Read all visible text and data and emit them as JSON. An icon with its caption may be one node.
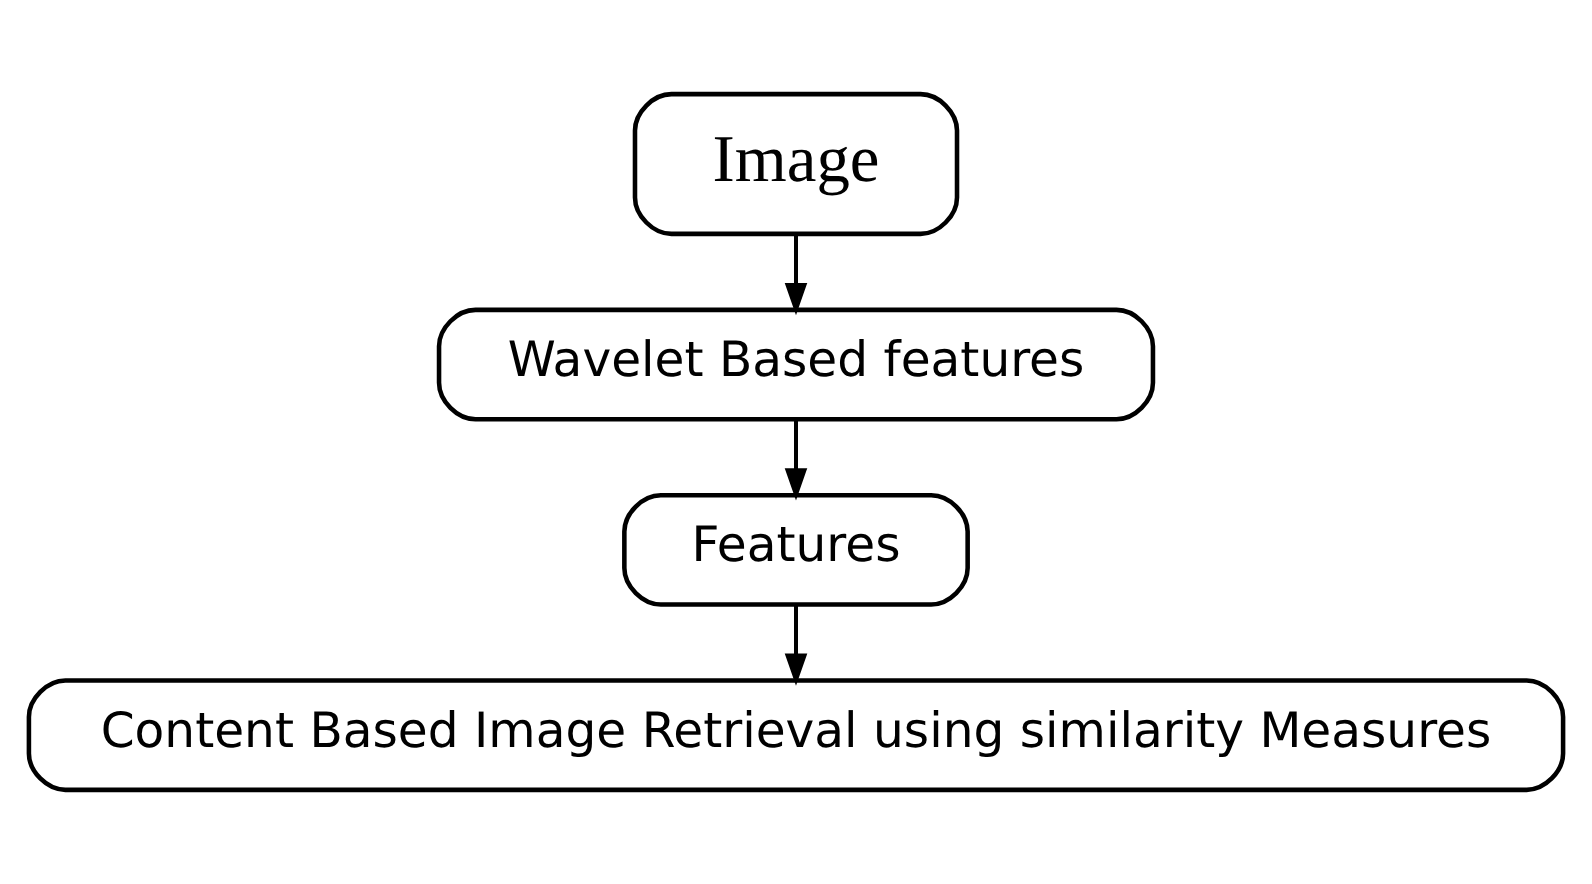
{
  "diagram": {
    "nodes": [
      {
        "text": [
          "Image"
        ]
      },
      {
        "text": [
          "Wavelet Based features"
        ]
      },
      {
        "text": [
          "Features"
        ]
      },
      {
        "text": [
          "Content Based Image Retrieval using similarity Measures"
        ]
      }
    ],
    "edges": [
      {
        "from": 0,
        "to": 1,
        "arrow": "to"
      },
      {
        "from": 1,
        "to": 2,
        "arrow": "to"
      },
      {
        "from": 2,
        "to": 3,
        "arrow": "to"
      }
    ]
  }
}
